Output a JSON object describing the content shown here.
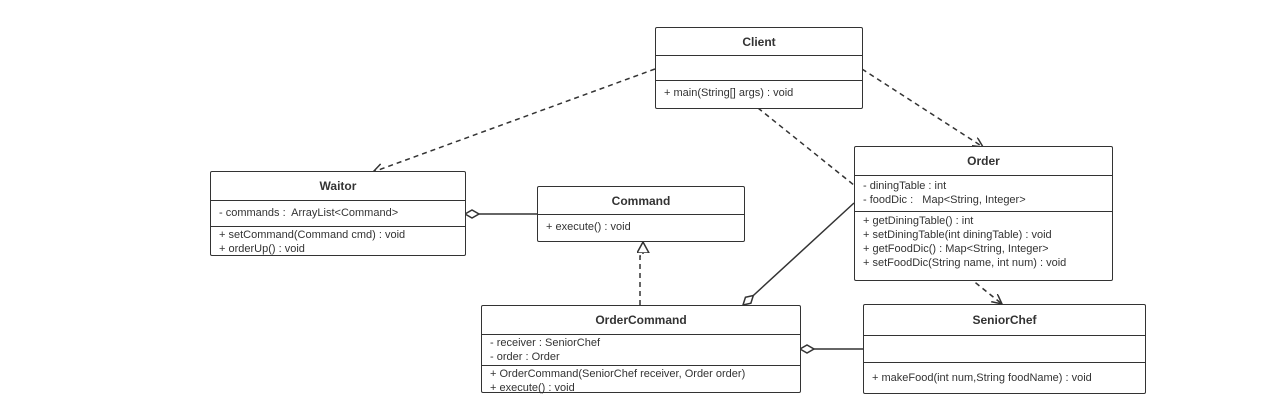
{
  "classes": {
    "client": {
      "name": "Client",
      "attributes": [],
      "operations": [
        "+ main(String[] args) : void"
      ]
    },
    "order": {
      "name": "Order",
      "attributes": [
        "- diningTable : int",
        "- foodDic :   Map<String, Integer>"
      ],
      "operations": [
        "+ getDiningTable() : int",
        "+ setDiningTable(int diningTable) : void",
        "+ getFoodDic() : Map<String, Integer>",
        "+ setFoodDic(String name, int num) : void"
      ]
    },
    "waitor": {
      "name": "Waitor",
      "attributes": [
        "- commands :  ArrayList<Command>"
      ],
      "operations": [
        "+ setCommand(Command cmd) : void",
        "+ orderUp() : void"
      ]
    },
    "command": {
      "name": "Command",
      "operations": [
        "+ execute() : void"
      ]
    },
    "ordercommand": {
      "name": "OrderCommand",
      "attributes": [
        "- receiver : SeniorChef",
        "- order : Order"
      ],
      "operations": [
        "+ OrderCommand(SeniorChef receiver, Order order)",
        "+ execute() : void"
      ]
    },
    "seniorchef": {
      "name": "SeniorChef",
      "attributes": [],
      "operations": [
        "+ makeFood(int num,String foodName) : void"
      ]
    }
  },
  "relationships": [
    {
      "from": "Client",
      "to": "Waitor",
      "kind": "dependency"
    },
    {
      "from": "Client",
      "to": "Order",
      "kind": "dependency"
    },
    {
      "from": "Client",
      "to": "SeniorChef",
      "kind": "dependency"
    },
    {
      "from": "OrderCommand",
      "to": "Command",
      "kind": "realization"
    },
    {
      "from": "Waitor",
      "to": "Command",
      "kind": "aggregation"
    },
    {
      "from": "OrderCommand",
      "to": "SeniorChef",
      "kind": "aggregation"
    },
    {
      "from": "OrderCommand",
      "to": "Order",
      "kind": "aggregation"
    }
  ]
}
